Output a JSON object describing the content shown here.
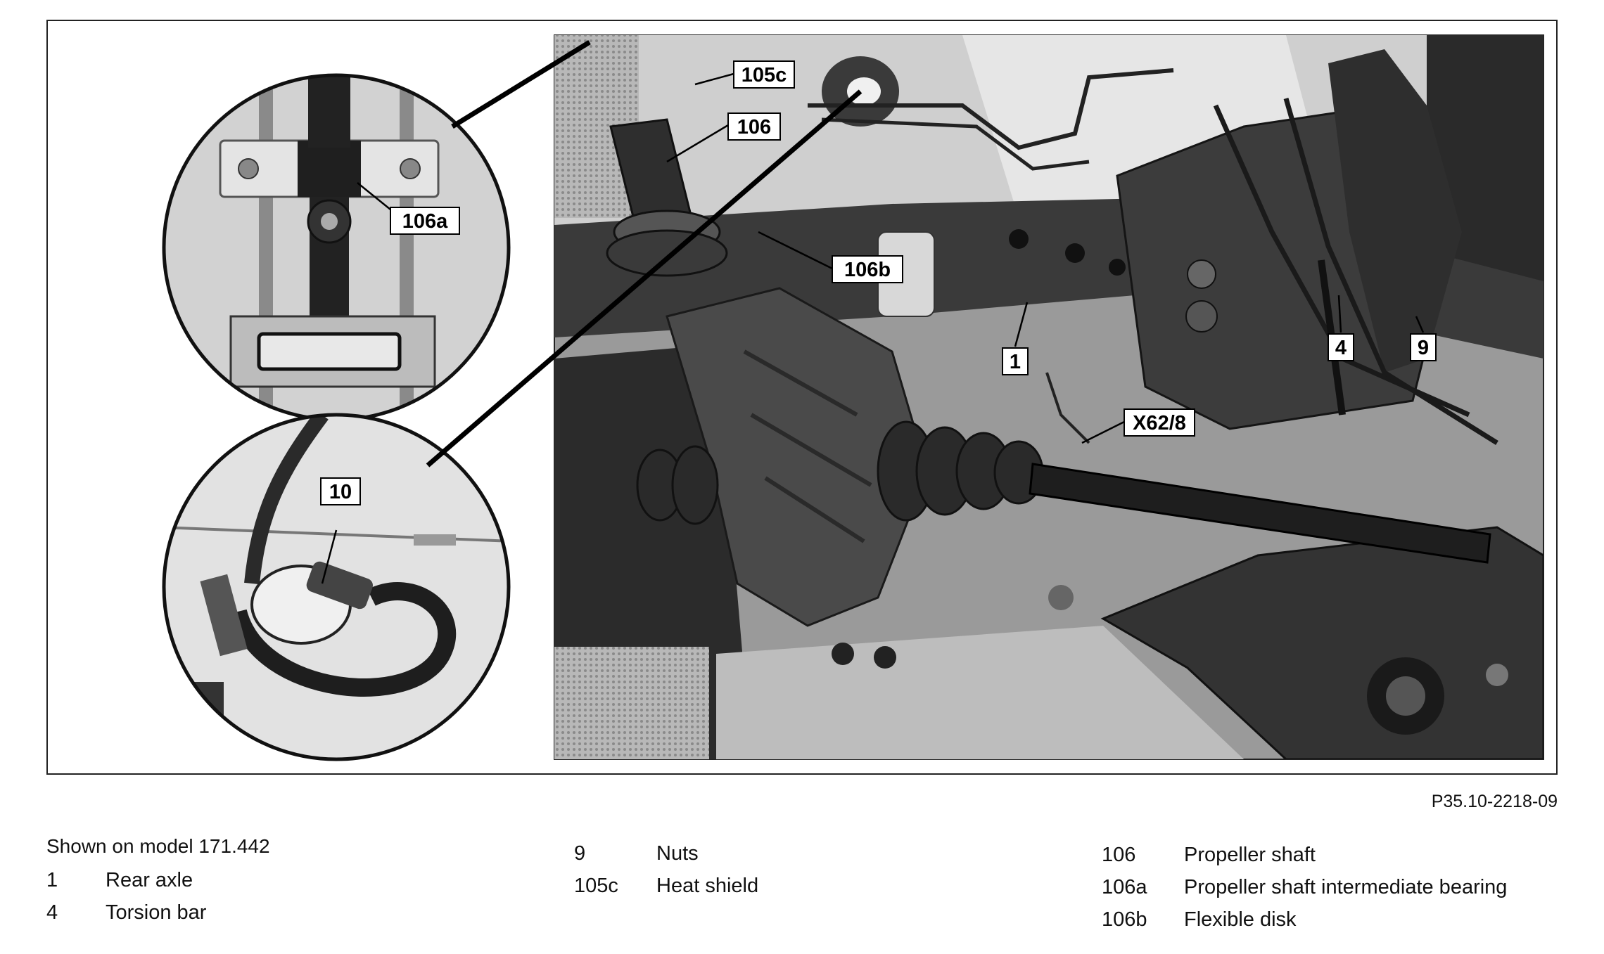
{
  "figure": {
    "code": "P35.10-2218-09",
    "caption": "Shown on model 171.442",
    "callouts": [
      "105c",
      "106",
      "106a",
      "106b",
      "1",
      "4",
      "9",
      "X62/8",
      "10"
    ]
  },
  "legend": {
    "columns": [
      [
        {
          "num": "1",
          "text": "Rear axle"
        },
        {
          "num": "4",
          "text": "Torsion bar"
        }
      ],
      [
        {
          "num": "9",
          "text": "Nuts"
        },
        {
          "num": "105c",
          "text": "Heat shield"
        }
      ],
      [
        {
          "num": "106",
          "text": "Propeller shaft"
        },
        {
          "num": "106a",
          "text": "Propeller shaft intermediate bearing"
        },
        {
          "num": "106b",
          "text": "Flexible disk"
        }
      ]
    ]
  }
}
